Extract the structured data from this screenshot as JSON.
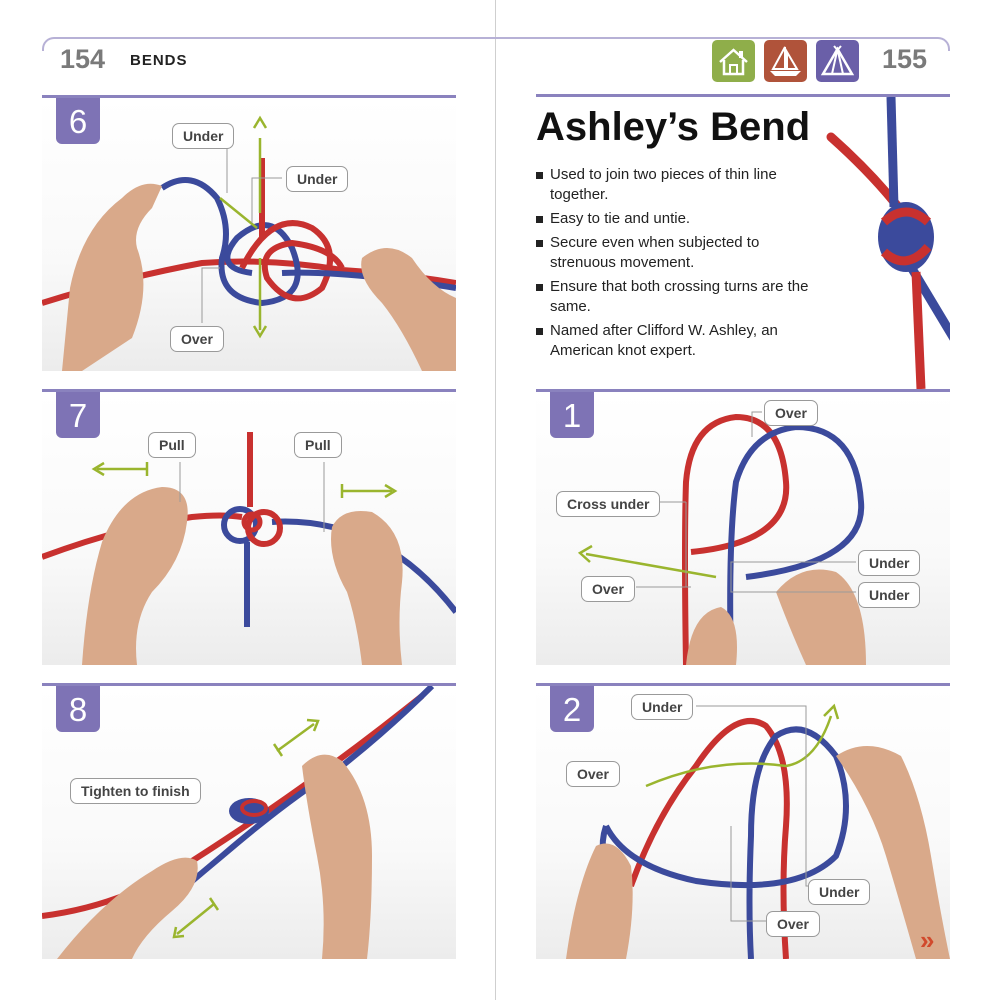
{
  "left_page": {
    "page_number": "154",
    "section": "BENDS",
    "steps": [
      {
        "number": "6",
        "callouts": [
          "Under",
          "Under",
          "Over"
        ]
      },
      {
        "number": "7",
        "callouts": [
          "Pull",
          "Pull"
        ]
      },
      {
        "number": "8",
        "callouts": [
          "Tighten to finish"
        ]
      }
    ]
  },
  "right_page": {
    "page_number": "155",
    "category_icons": [
      "home-icon",
      "sailboat-icon",
      "tent-icon"
    ],
    "category_colors": [
      "#8fae4a",
      "#b0533a",
      "#6a5fa8"
    ],
    "title": "Ashley’s Bend",
    "bullets": [
      "Used to join two pieces of thin line together.",
      "Easy to tie and untie.",
      "Secure even when subjected to strenuous movement.",
      "Ensure that both crossing turns are the same.",
      "Named after Clifford W. Ashley, an American knot expert."
    ],
    "steps": [
      {
        "number": "1",
        "callouts": [
          "Over",
          "Cross under",
          "Under",
          "Over",
          "Under"
        ]
      },
      {
        "number": "2",
        "callouts": [
          "Under",
          "Over",
          "Under",
          "Over"
        ]
      }
    ],
    "next_icon": "double-chevron-right-icon"
  },
  "colors": {
    "accent": "#7e73b5",
    "red_rope": "#c8312f",
    "blue_rope": "#3b4a9c",
    "arrow": "#9ab52e"
  }
}
